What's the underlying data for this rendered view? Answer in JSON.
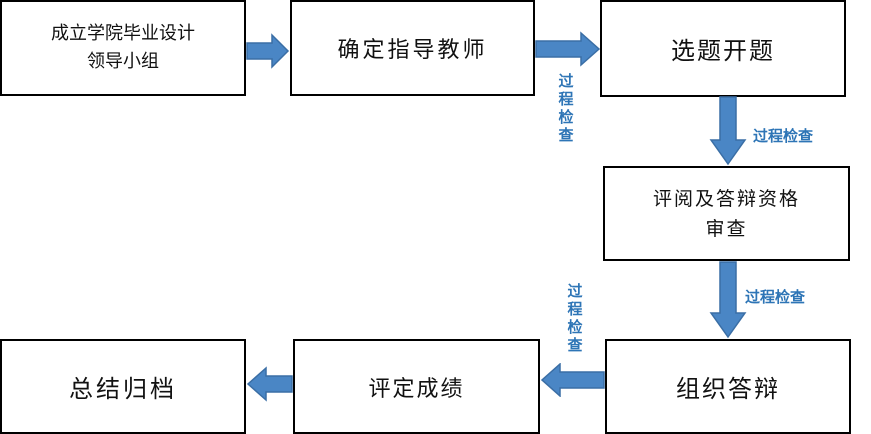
{
  "steps": {
    "form_group": {
      "line1": "成立学院毕业设计",
      "line2": "领导小组"
    },
    "assign_advisor": "确定指导教师",
    "topic": "选题开题",
    "review": {
      "line1": "评阅及答辩资格",
      "line2": "审查"
    },
    "defense": "组织答辩",
    "grading": "评定成绩",
    "archive": "总结归档"
  },
  "labels": {
    "check1": "过程检查",
    "check2": "过程检查",
    "check3": "过程检查",
    "check4": "过程检查"
  },
  "colors": {
    "arrow_fill": "#4a86c5",
    "arrow_stroke": "#3a6ea5",
    "label": "#2e75b6"
  }
}
